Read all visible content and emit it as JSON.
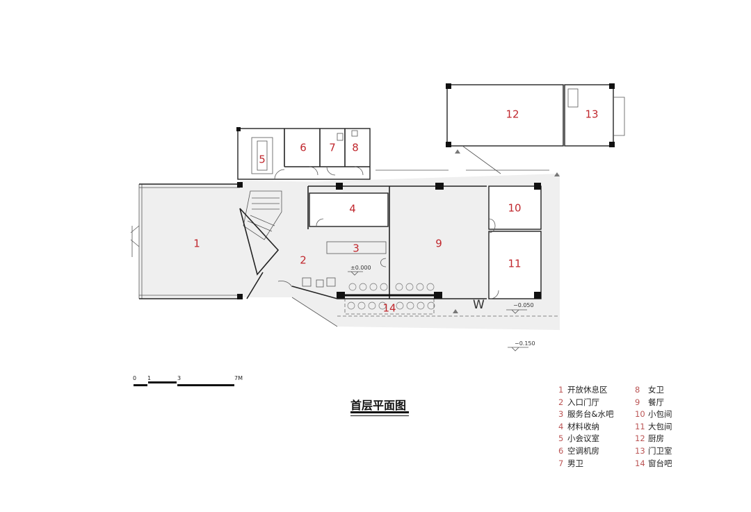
{
  "title": "首层平面图",
  "rooms": [
    {
      "num": "1",
      "name": "开放休息区"
    },
    {
      "num": "2",
      "name": "入口门厅"
    },
    {
      "num": "3",
      "name": "服务台&水吧"
    },
    {
      "num": "4",
      "name": "材料收纳"
    },
    {
      "num": "5",
      "name": "小会议室"
    },
    {
      "num": "6",
      "name": "空调机房"
    },
    {
      "num": "7",
      "name": "男卫"
    },
    {
      "num": "8",
      "name": "女卫"
    },
    {
      "num": "9",
      "name": "餐厅"
    },
    {
      "num": "10",
      "name": "小包间"
    },
    {
      "num": "11",
      "name": "大包间"
    },
    {
      "num": "12",
      "name": "厨房"
    },
    {
      "num": "13",
      "name": "门卫室"
    },
    {
      "num": "14",
      "name": "窗台吧"
    }
  ],
  "elevations": {
    "main": "±0.000",
    "porch": "−0.050",
    "ground": "−0.150"
  },
  "scale_bar": {
    "ticks": [
      "0",
      "1",
      "3",
      "7M"
    ]
  },
  "north_mark": "W"
}
